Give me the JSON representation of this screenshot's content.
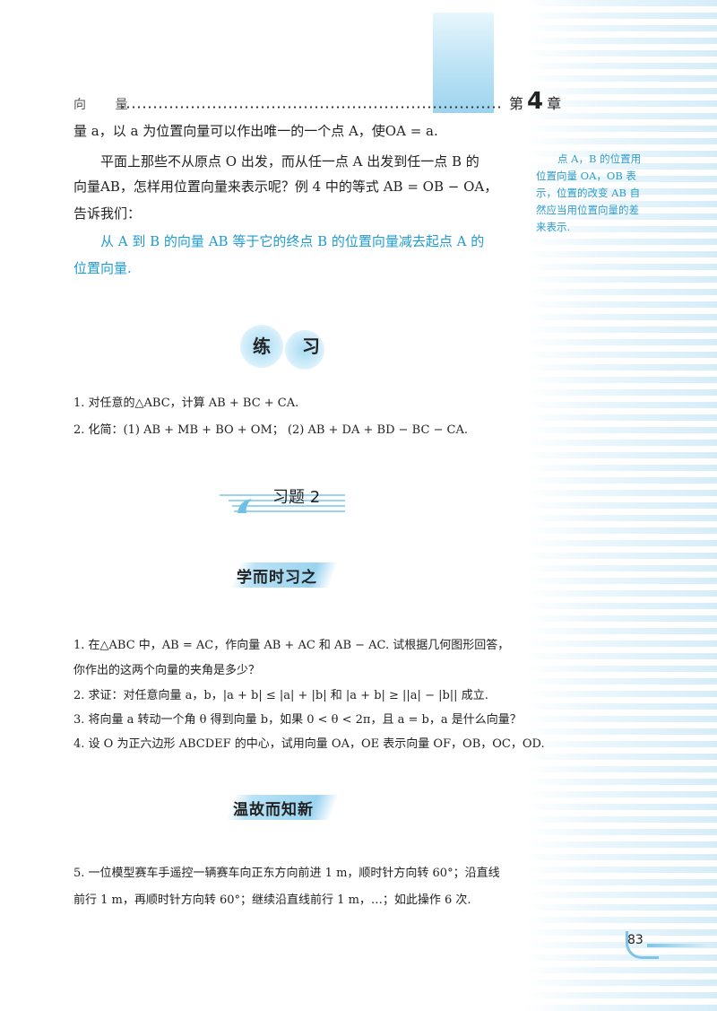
{
  "header": {
    "section_label": "向 量",
    "chapter_prefix": "第",
    "chapter_number": "4",
    "chapter_suffix": "章"
  },
  "body": {
    "line1": "量 a，以 a 为位置向量可以作出唯一的一个点 A，使OA = a.",
    "line2": "平面上那些不从原点 O 出发，而从任一点 A 出发到任一点 B 的",
    "line3": "向量AB，怎样用位置向量来表示呢？例 4 中的等式 AB = OB − OA，",
    "line4": "告诉我们：",
    "highlight1": "从 A 到 B 的向量 AB 等于它的终点 B 的位置向量减去起点 A 的",
    "highlight2": "位置向量."
  },
  "sidenote": {
    "lines": [
      "点 A，B 的位置用",
      "位置向量 OA，OB 表",
      "示，位置的改变 AB 自",
      "然应当用位置向量的差",
      "来表示."
    ]
  },
  "practice": {
    "title": "练 习",
    "items": [
      "1.  对任意的△ABC，计算 AB + BC + CA.",
      "2.  化简：(1) AB + MB + BO + OM；          (2) AB + DA + BD − BC − CA."
    ]
  },
  "exercise": {
    "title": "习题 2",
    "sub1": "学而时习之",
    "items1": [
      "1.  在△ABC 中，AB = AC，作向量 AB + AC 和 AB − AC. 试根据几何图形回答，",
      "     你作出的这两个向量的夹角是多少？",
      "2.  求证：对任意向量 a，b，|a + b| ≤ |a| + |b| 和 |a + b| ≥ ||a| − |b|| 成立.",
      "3.  将向量 a 转动一个角 θ 得到向量 b，如果 0 < θ < 2π，且 a = b，a 是什么向量？",
      "4.  设 O 为正六边形 ABCDEF 的中心，试用向量 OA，OE 表示向量 OF，OB，OC，OD."
    ],
    "sub2": "温故而知新",
    "items2": [
      "5.  一位模型赛车手遥控一辆赛车向正东方向前进 1 m，顺时针方向转 60°；沿直线",
      "     前行 1 m，再顺时针方向转 60°；继续沿直线前行 1 m，…；如此操作 6 次."
    ]
  },
  "page_number": "83",
  "colors": {
    "accent": "#1f9bd1",
    "stripe": "#d6edf8"
  }
}
